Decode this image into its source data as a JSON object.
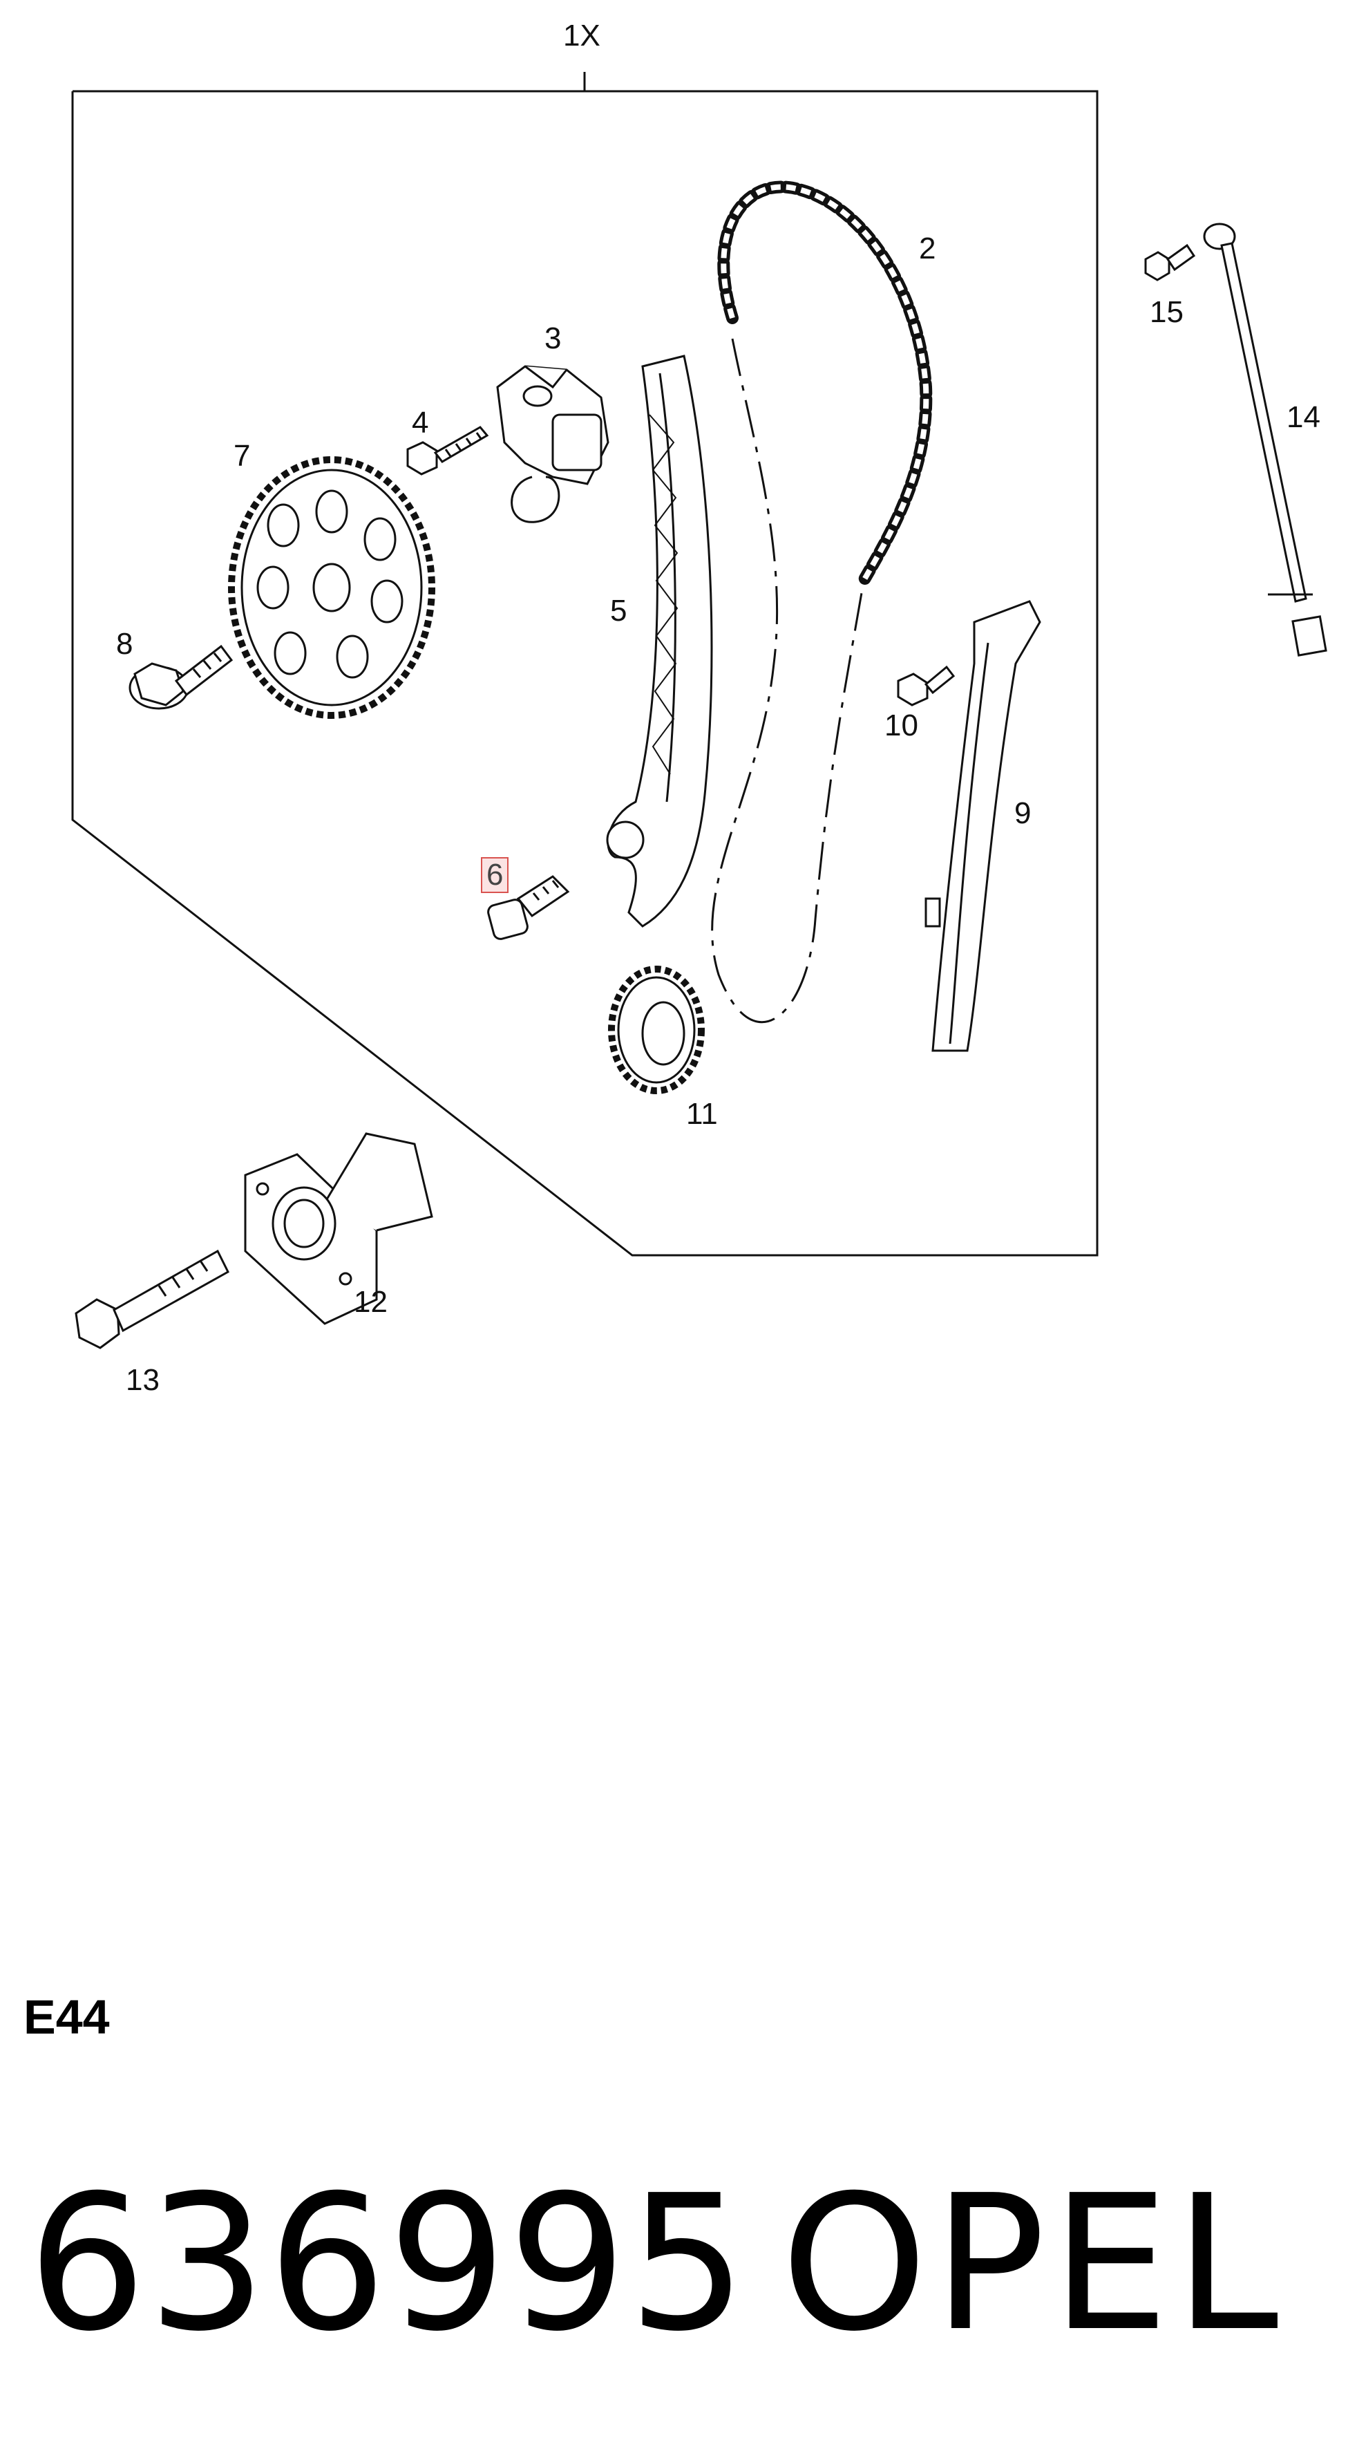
{
  "diagram": {
    "kit_label": "1X",
    "callouts": [
      "2",
      "3",
      "4",
      "5",
      "6",
      "7",
      "8",
      "9",
      "10",
      "11",
      "12",
      "13",
      "14",
      "15"
    ],
    "highlighted_callout": "6",
    "highlight_color": "#d9534f"
  },
  "footer": {
    "section_code": "E44",
    "part_number": "636995",
    "brand": "OPEL"
  }
}
